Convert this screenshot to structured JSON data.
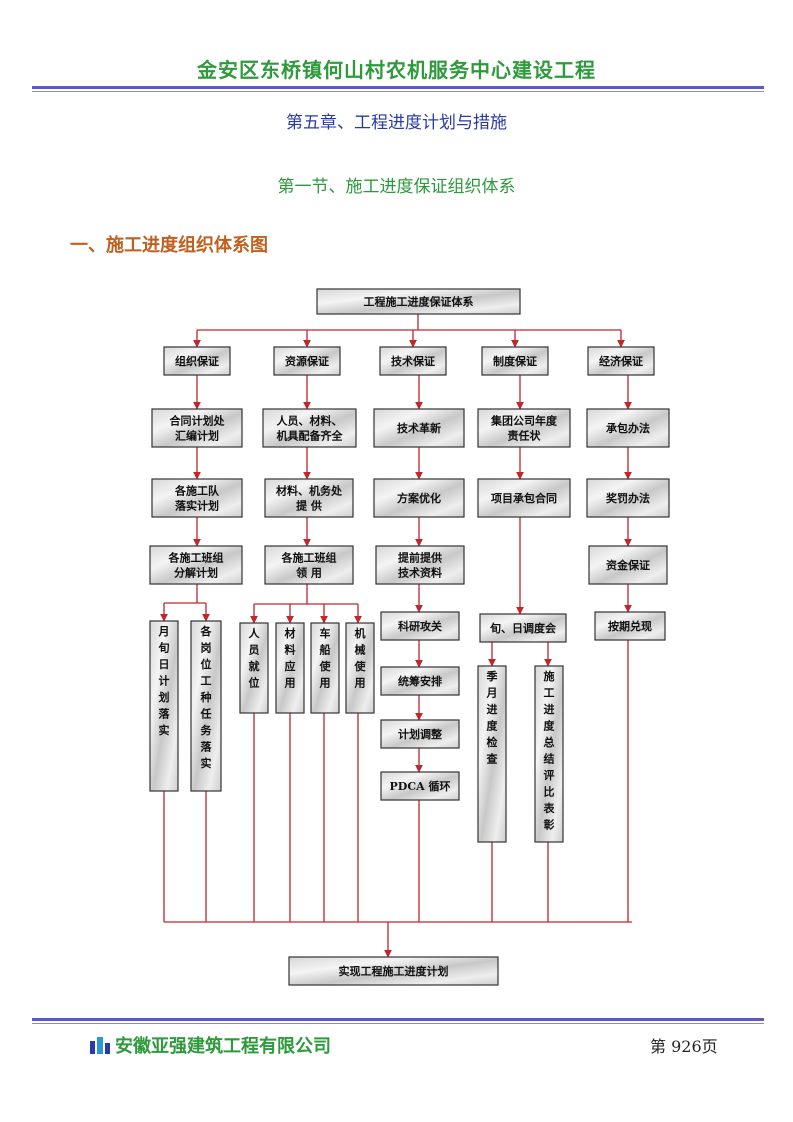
{
  "header": {
    "title": "金安区东桥镇何山村农机服务中心建设工程"
  },
  "chapter": "第五章、工程进度计划与措施",
  "section": "第一节、施工进度保证组织体系",
  "subsection": "一、施工进度组织体系图",
  "diagram": {
    "root": "工程施工进度保证体系",
    "branches": [
      "组织保证",
      "资源保证",
      "技术保证",
      "制度保证",
      "经济保证"
    ],
    "org": [
      "合同计划处|汇编计划",
      "各施工队|落实计划",
      "各施工班组|分解计划",
      "月旬日计划落实",
      "各岗位工种任务落实"
    ],
    "resource": [
      "人员、材料、|机具配备齐全",
      "材料、机务处|提  供",
      "各施工班组|领  用",
      "人员就位",
      "材料应用",
      "车船使用",
      "机械使用"
    ],
    "tech": [
      "技术革新",
      "方案优化",
      "提前提供|技术资料",
      "科研攻关",
      "统筹安排",
      "计划调整",
      "PDCA 循环"
    ],
    "system": [
      "集团公司年度|责任状",
      "项目承包合同",
      "旬、日调度会",
      "季月进度检查",
      "施工进度总结评比表彰"
    ],
    "economy": [
      "承包办法",
      "奖罚办法",
      "资金保证",
      "按期兑现"
    ],
    "goal": "实现工程施工进度计划"
  },
  "footer": {
    "company": "安徽亚强建筑工程有限公司",
    "page": "第 926页"
  }
}
